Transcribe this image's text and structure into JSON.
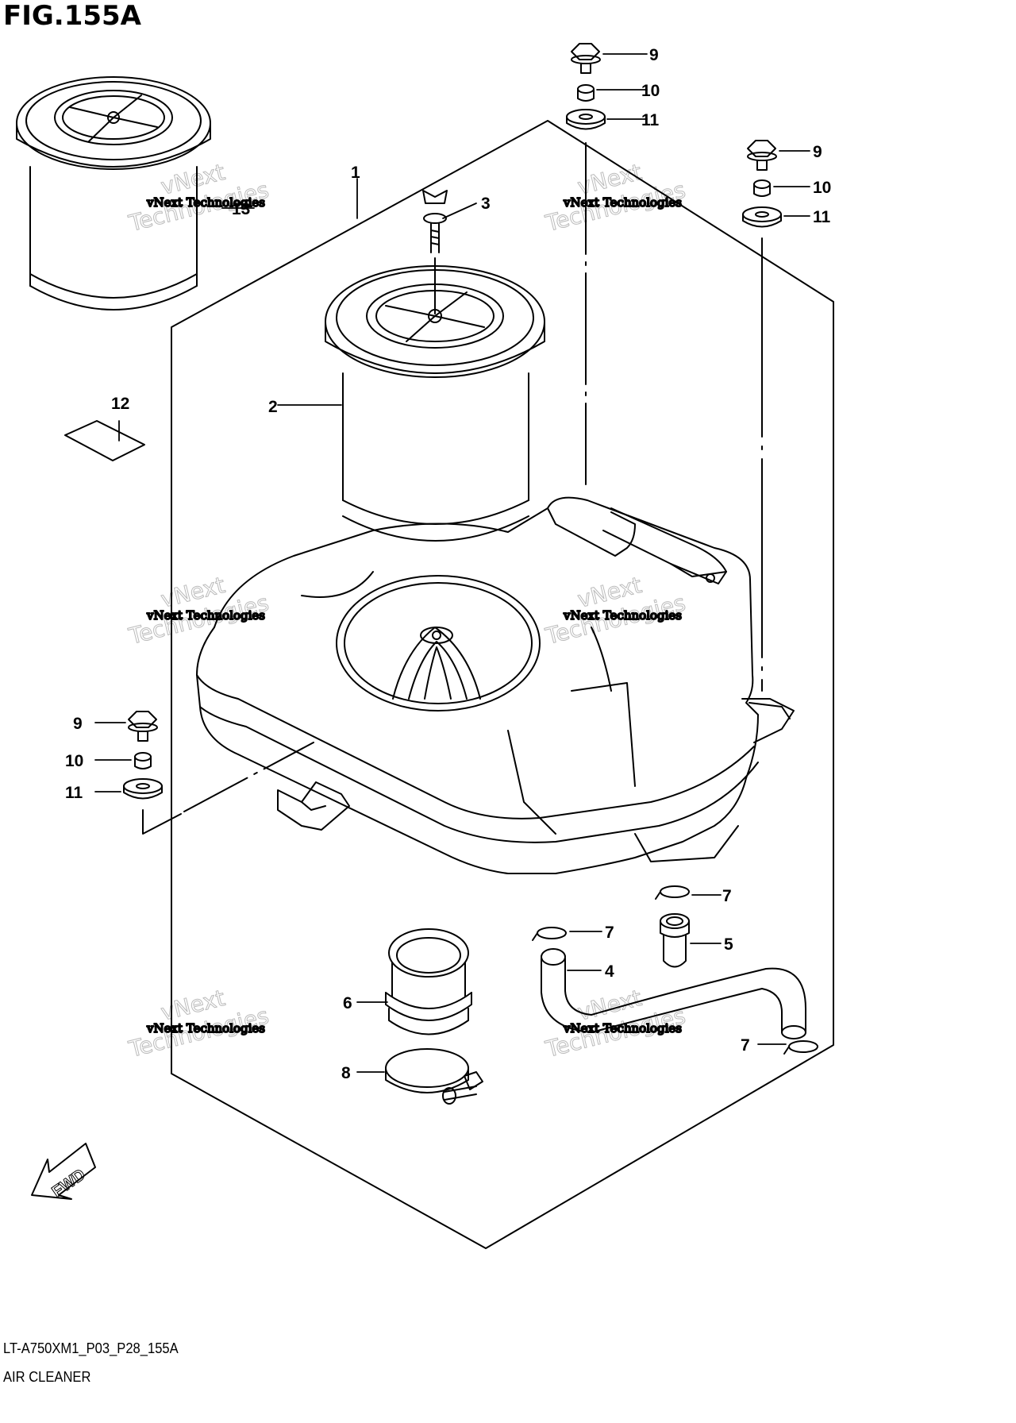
{
  "figure": {
    "title": "FIG.155A",
    "code": "LT-A750XM1_P03_P28_155A",
    "caption": "AIR CLEANER",
    "direction_label": "FWD"
  },
  "callouts": [
    {
      "id": "c1",
      "label": "1"
    },
    {
      "id": "c2",
      "label": "2"
    },
    {
      "id": "c3",
      "label": "3"
    },
    {
      "id": "c4",
      "label": "4"
    },
    {
      "id": "c5",
      "label": "5"
    },
    {
      "id": "c6",
      "label": "6"
    },
    {
      "id": "c7a",
      "label": "7"
    },
    {
      "id": "c7b",
      "label": "7"
    },
    {
      "id": "c7c",
      "label": "7"
    },
    {
      "id": "c8",
      "label": "8"
    },
    {
      "id": "c9a",
      "label": "9"
    },
    {
      "id": "c9b",
      "label": "9"
    },
    {
      "id": "c9c",
      "label": "9"
    },
    {
      "id": "c10a",
      "label": "10"
    },
    {
      "id": "c10b",
      "label": "10"
    },
    {
      "id": "c10c",
      "label": "10"
    },
    {
      "id": "c11a",
      "label": "11"
    },
    {
      "id": "c11b",
      "label": "11"
    },
    {
      "id": "c11c",
      "label": "11"
    },
    {
      "id": "c12",
      "label": "12"
    },
    {
      "id": "c13",
      "label": "13"
    }
  ],
  "watermark": {
    "line1": "vNext Technologies",
    "line2": "vNext",
    "line3": "Technologies"
  }
}
